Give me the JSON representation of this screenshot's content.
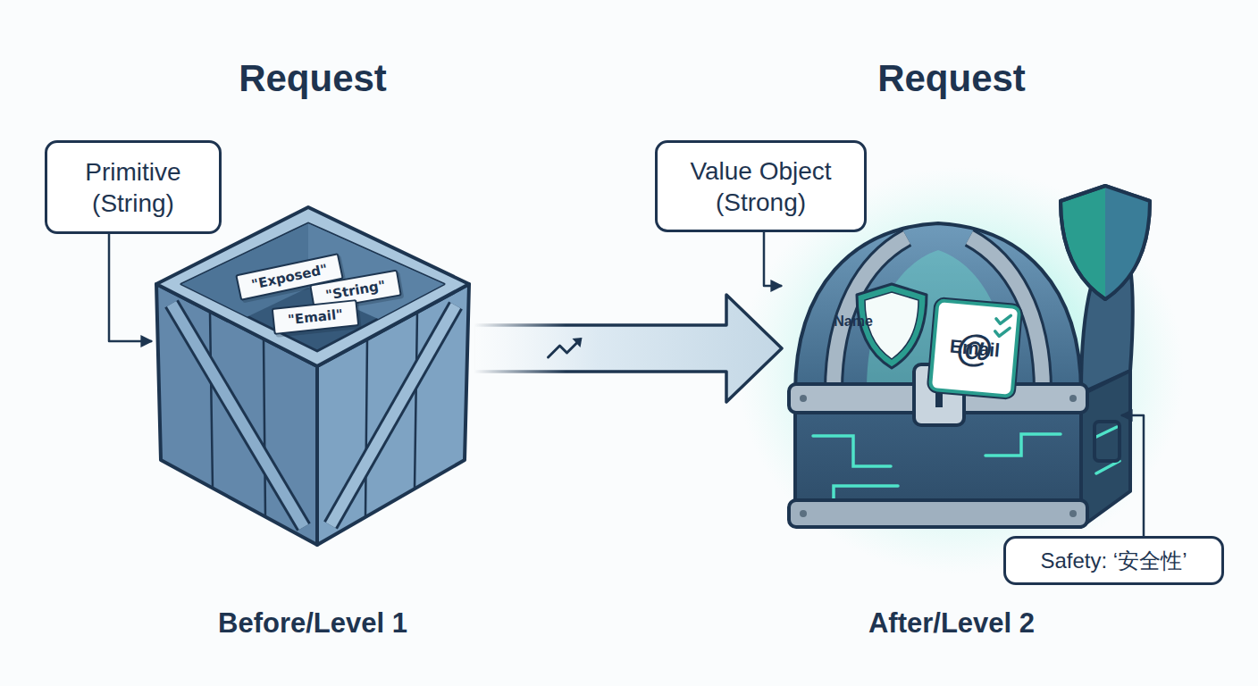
{
  "diagram": {
    "nodes": [
      {
        "text": [
          "Primitive (String)"
        ]
      },
      {
        "text": [
          "Request",
          "Before/Level 1"
        ]
      },
      {
        "text": [
          "\"Exposed\""
        ],
        "in": 1
      },
      {
        "text": [
          "\"String\""
        ],
        "in": 1
      },
      {
        "text": [
          "\"Email\""
        ],
        "in": 1
      },
      {
        "text": [
          "Value Object (Strong)"
        ]
      },
      {
        "text": [
          "Request",
          "After/Level 2"
        ]
      },
      {
        "text": [
          "Name"
        ],
        "in": 6
      },
      {
        "text": [
          "@",
          "Email"
        ],
        "in": 6
      },
      {
        "text": [
          "Safety: ‘安全性’"
        ]
      }
    ],
    "edges": [
      {
        "from": 0,
        "to": 1,
        "arrow": "to"
      },
      {
        "from": 1,
        "to": 6,
        "arrow": "to"
      },
      {
        "from": 5,
        "to": 6,
        "arrow": "to"
      },
      {
        "from": 9,
        "to": 6,
        "arrow": "to"
      }
    ]
  }
}
